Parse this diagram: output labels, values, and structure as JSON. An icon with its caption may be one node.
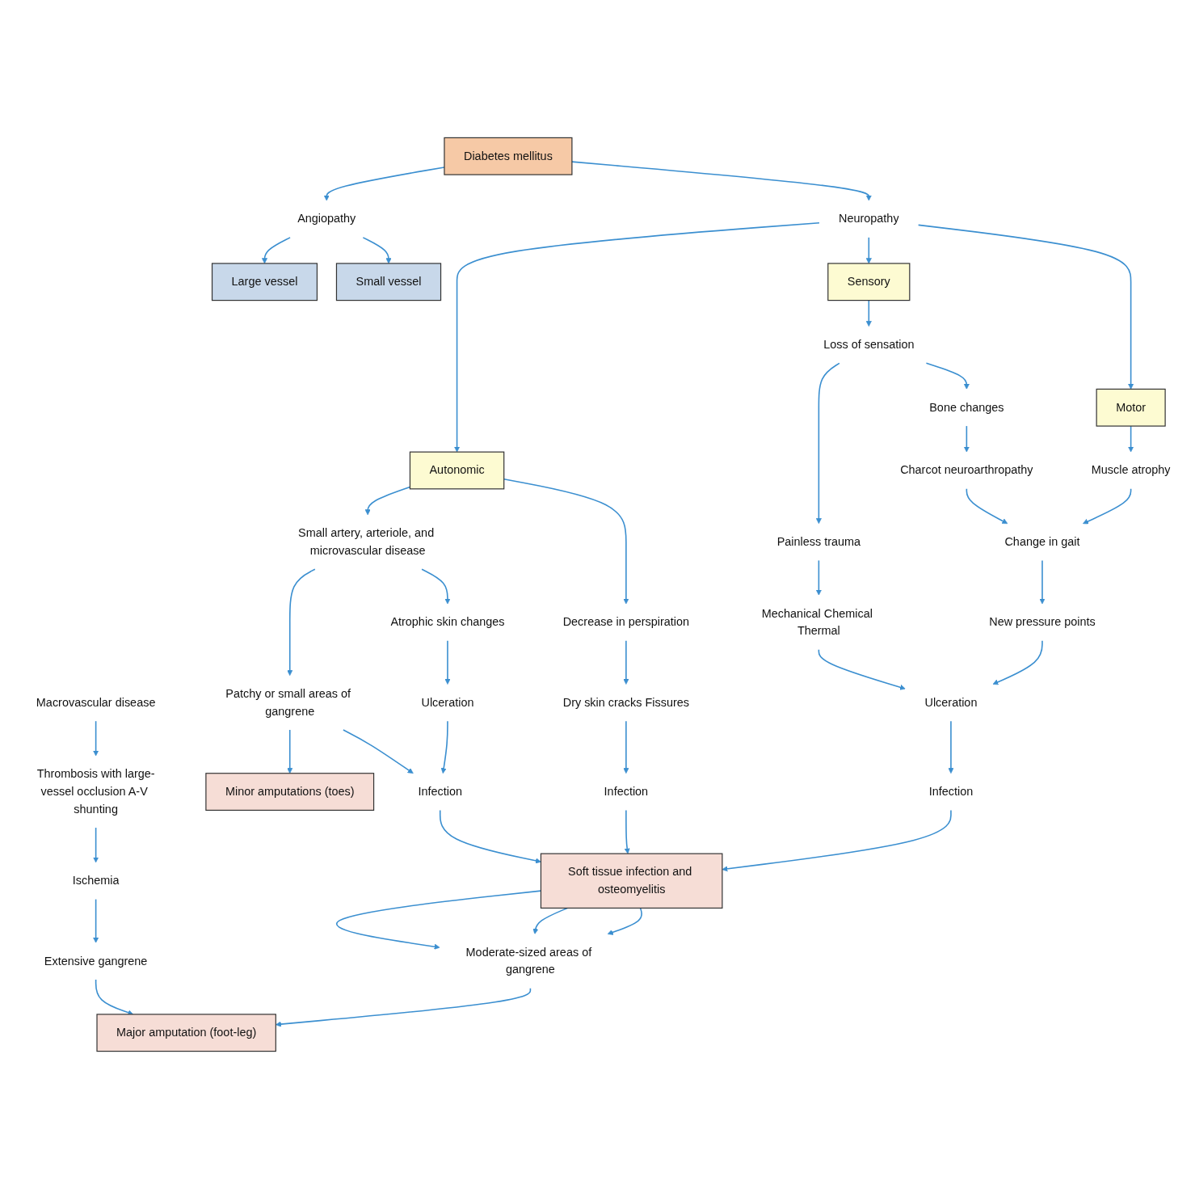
{
  "diagram": {
    "nodes": [
      {
        "text": [
          "Diabetes mellitus"
        ]
      },
      {
        "text": [
          "Angiopathy"
        ]
      },
      {
        "text": [
          "Neuropathy"
        ]
      },
      {
        "text": [
          "Large vessel"
        ]
      },
      {
        "text": [
          "Small vessel"
        ]
      },
      {
        "text": [
          "Autonomic"
        ]
      },
      {
        "text": [
          "Sensory"
        ]
      },
      {
        "text": [
          "Motor"
        ]
      },
      {
        "text": [
          "Macrovascular disease"
        ]
      },
      {
        "text": [
          "Small artery, arteriole, and microvascular disease"
        ]
      },
      {
        "text": [
          "Loss of sensation"
        ]
      },
      {
        "text": [
          "Muscle atrophy"
        ]
      },
      {
        "text": [
          "Painless trauma"
        ]
      },
      {
        "text": [
          "Bone changes"
        ]
      },
      {
        "text": [
          "Decrease in perspiration"
        ]
      },
      {
        "text": [
          "Mechanical Chemical Thermal"
        ]
      },
      {
        "text": [
          "Charcot neuroarthropathy"
        ]
      },
      {
        "text": [
          "Thrombosis with large-vessel occlusion A-V shunting"
        ]
      },
      {
        "text": [
          "Patchy or small areas of gangrene"
        ]
      },
      {
        "text": [
          "Atrophic skin changes"
        ]
      },
      {
        "text": [
          "Dry skin cracks Fissures"
        ]
      },
      {
        "text": [
          "Change in gait"
        ]
      },
      {
        "text": [
          "New pressure points"
        ]
      },
      {
        "text": [
          "Ulceration"
        ]
      },
      {
        "text": [
          "Ulceration"
        ]
      },
      {
        "text": [
          "Infection"
        ]
      },
      {
        "text": [
          "Infection"
        ]
      },
      {
        "text": [
          "Infection"
        ]
      },
      {
        "text": [
          "Ischemia"
        ]
      },
      {
        "text": [
          "Minor amputations (toes)"
        ]
      },
      {
        "text": [
          "Soft tissue infection and osteomyelitis"
        ]
      },
      {
        "text": [
          "Extensive gangrene"
        ]
      },
      {
        "text": [
          "Moderate-sized areas of gangrene"
        ]
      },
      {
        "text": [
          "Major amputation (foot-leg)"
        ]
      }
    ],
    "edges": [
      {
        "from": 0,
        "to": 1,
        "arrow": "to"
      },
      {
        "from": 0,
        "to": 2,
        "arrow": "to"
      },
      {
        "from": 1,
        "to": 3,
        "arrow": "to"
      },
      {
        "from": 1,
        "to": 4,
        "arrow": "to"
      },
      {
        "from": 2,
        "to": 5,
        "arrow": "to"
      },
      {
        "from": 2,
        "to": 6,
        "arrow": "to"
      },
      {
        "from": 2,
        "to": 7,
        "arrow": "to"
      },
      {
        "from": 5,
        "to": 9,
        "arrow": "to"
      },
      {
        "from": 5,
        "to": 14,
        "arrow": "to"
      },
      {
        "from": 6,
        "to": 10,
        "arrow": "to"
      },
      {
        "from": 7,
        "to": 11,
        "arrow": "to"
      },
      {
        "from": 8,
        "to": 17,
        "arrow": "to"
      },
      {
        "from": 9,
        "to": 18,
        "arrow": "to"
      },
      {
        "from": 9,
        "to": 19,
        "arrow": "to"
      },
      {
        "from": 10,
        "to": 12,
        "arrow": "to"
      },
      {
        "from": 10,
        "to": 13,
        "arrow": "to"
      },
      {
        "from": 12,
        "to": 15,
        "arrow": "to"
      },
      {
        "from": 13,
        "to": 16,
        "arrow": "to"
      },
      {
        "from": 11,
        "to": 21,
        "arrow": "to"
      },
      {
        "from": 16,
        "to": 21,
        "arrow": "to"
      },
      {
        "from": 17,
        "to": 28,
        "arrow": "to"
      },
      {
        "from": 18,
        "to": 29,
        "arrow": "to"
      },
      {
        "from": 18,
        "to": 25,
        "arrow": "to"
      },
      {
        "from": 19,
        "to": 23,
        "arrow": "to"
      },
      {
        "from": 23,
        "to": 25,
        "arrow": "to"
      },
      {
        "from": 14,
        "to": 20,
        "arrow": "to"
      },
      {
        "from": 20,
        "to": 26,
        "arrow": "to"
      },
      {
        "from": 15,
        "to": 24,
        "arrow": "to"
      },
      {
        "from": 21,
        "to": 22,
        "arrow": "to"
      },
      {
        "from": 22,
        "to": 24,
        "arrow": "to"
      },
      {
        "from": 24,
        "to": 27,
        "arrow": "to"
      },
      {
        "from": 28,
        "to": 31,
        "arrow": "to"
      },
      {
        "from": 25,
        "to": 30,
        "arrow": "to"
      },
      {
        "from": 26,
        "to": 30,
        "arrow": "to"
      },
      {
        "from": 27,
        "to": 30,
        "arrow": "to"
      },
      {
        "from": 30,
        "to": 32,
        "arrow": "to"
      },
      {
        "from": 30,
        "to": 32,
        "arrow": "to"
      },
      {
        "from": 30,
        "to": 32,
        "arrow": "to"
      },
      {
        "from": 31,
        "to": 33,
        "arrow": "to"
      },
      {
        "from": 32,
        "to": 33,
        "arrow": "to"
      }
    ]
  }
}
